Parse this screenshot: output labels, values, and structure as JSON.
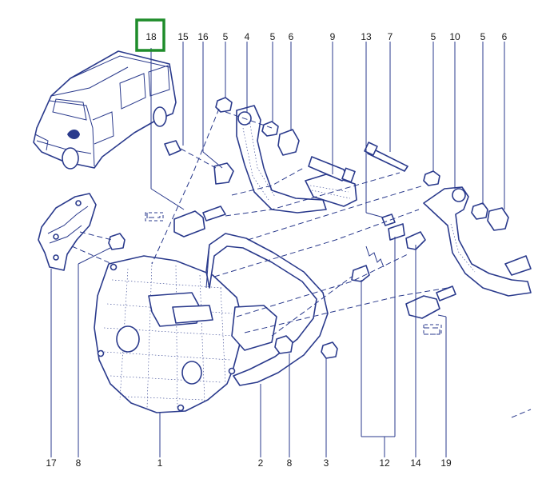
{
  "diagram": {
    "callouts": [
      "18",
      "15",
      "16",
      "5",
      "4",
      "5",
      "6",
      "9",
      "13",
      "7",
      "5",
      "10",
      "5",
      "6",
      "17",
      "8",
      "1",
      "2",
      "8",
      "3",
      "12",
      "14",
      "19"
    ],
    "highlighted_callout": "18",
    "colors": {
      "line": "#2a3a8c",
      "label": "#1a1a1a",
      "highlight": "#1e8c2a",
      "background": "#ffffff"
    }
  }
}
